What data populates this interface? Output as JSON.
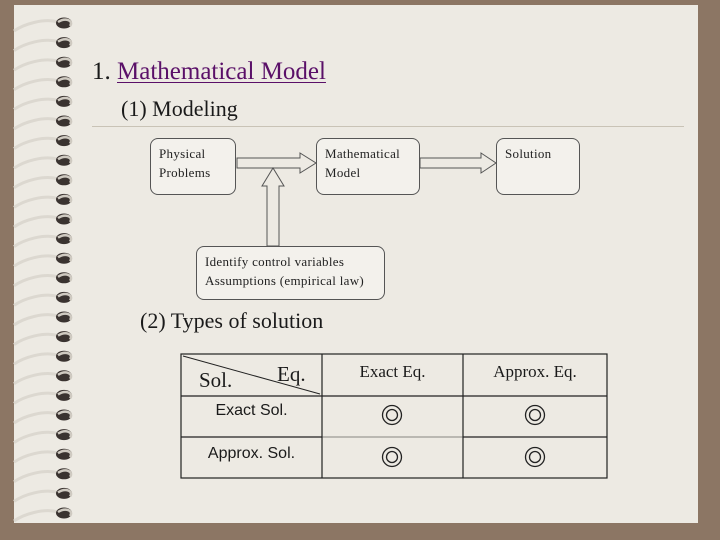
{
  "slide": {
    "title_number": "1.",
    "title_link": "Mathematical Model",
    "section1": "(1) Modeling",
    "section2": "(2) Types of solution"
  },
  "diagram": {
    "box_physical": [
      "Physical",
      "Problems"
    ],
    "box_math": [
      "Mathematical",
      "Model"
    ],
    "box_solution": "Solution",
    "box_identify": [
      "Identify control variables",
      "Assumptions (empirical law)"
    ]
  },
  "table": {
    "corner_sol": "Sol.",
    "corner_eq": "Eq.",
    "col_headers": [
      "Exact Eq.",
      "Approx. Eq."
    ],
    "row_headers": [
      "Exact Sol.",
      "Approx. Sol."
    ],
    "mark_icon": "double-circle-icon"
  }
}
